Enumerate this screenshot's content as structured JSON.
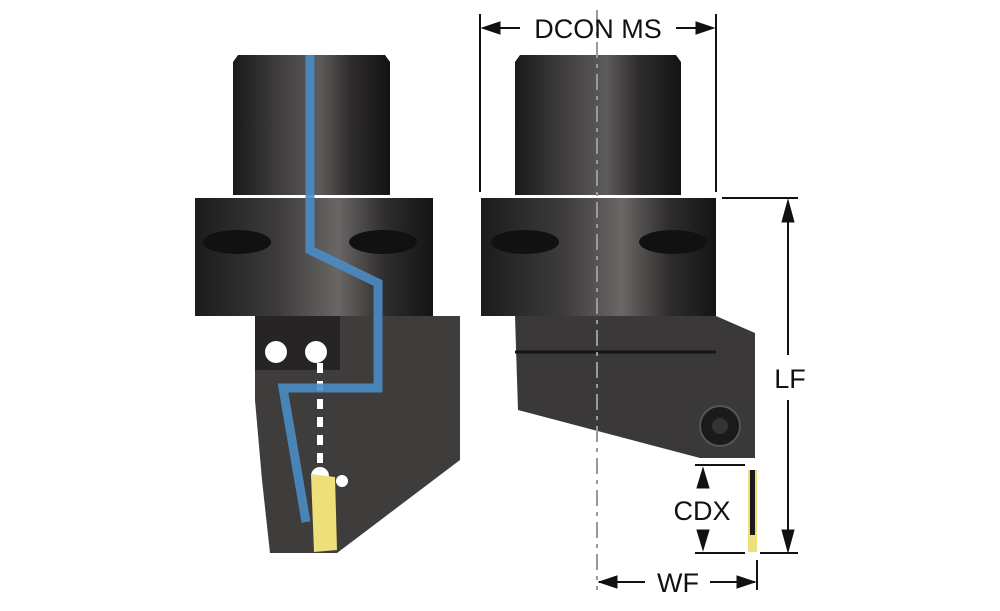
{
  "diagram": {
    "title": "Modular grooving tool holder dimension drawing",
    "views": [
      "side-view-with-coolant",
      "front-view-with-dimensions"
    ],
    "dimensions": {
      "dcon_ms": "DCON MS",
      "lf": "LF",
      "cdx": "CDX",
      "wf": "WF"
    },
    "colors": {
      "body": "#2a2828",
      "coolant": "#4a8cc4",
      "insert": "#ede07a",
      "dimension": "#111111"
    }
  }
}
